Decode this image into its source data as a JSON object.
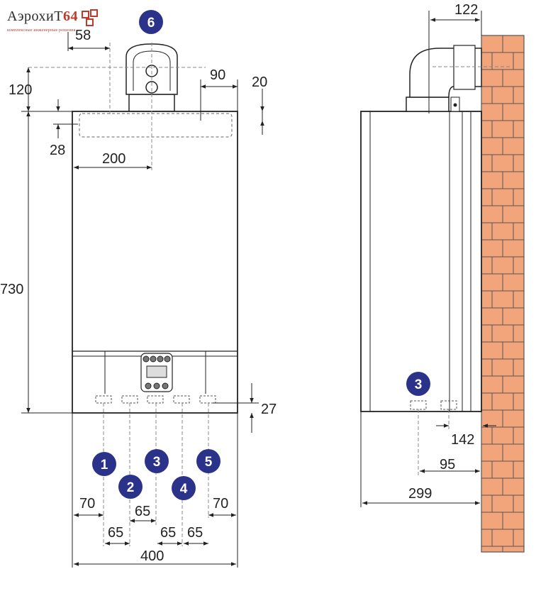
{
  "logo": {
    "name": "АэрохиТ",
    "number": "64",
    "tagline": "комплексные инженерные решения"
  },
  "dimensions": {
    "d122": "122",
    "d58": "58",
    "d90": "90",
    "d20": "20",
    "d120": "120",
    "d28": "28",
    "d200": "200",
    "d730": "730",
    "d27": "27",
    "d70_left": "70",
    "d70_right": "70",
    "d65_a": "65",
    "d65_b": "65",
    "d65_c": "65",
    "d65_d": "65",
    "d400": "400",
    "d142": "142",
    "d95": "95",
    "d299": "299"
  },
  "badges": {
    "b1": "1",
    "b2": "2",
    "b3": "3",
    "b4": "4",
    "b5": "5",
    "b6": "6",
    "b3_side": "3"
  },
  "colors": {
    "badge": "#2b3289",
    "brick": "#f2a47a",
    "mortar": "#555555",
    "line": "#333333",
    "dash": "#888888"
  }
}
